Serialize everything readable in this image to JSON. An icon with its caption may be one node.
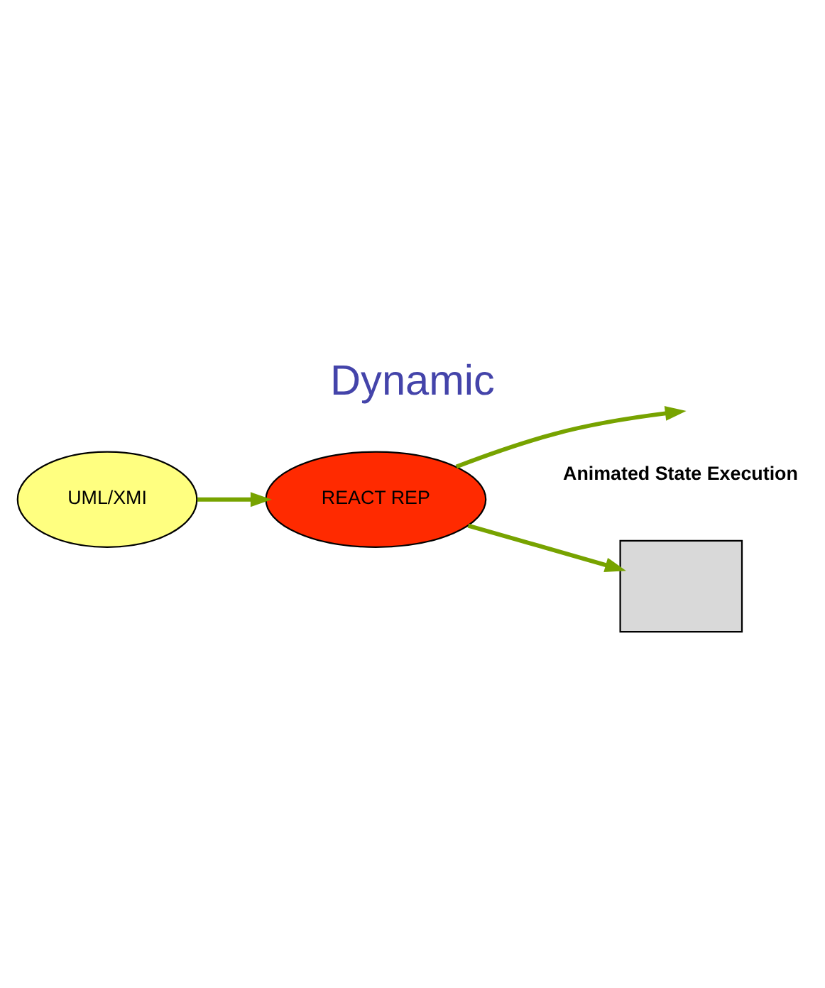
{
  "diagram": {
    "title": "Dynamic",
    "nodes": [
      {
        "text": [
          "UML/XMI"
        ]
      },
      {
        "text": [
          "REACT REP"
        ]
      },
      {
        "text": [],
        "shape": "box",
        "beside": [
          "Animated State Execution"
        ]
      }
    ],
    "edges": [
      {
        "from": 0,
        "to": 1,
        "arrow": "to"
      },
      {
        "from": 1,
        "to": null,
        "arrow": "to"
      },
      {
        "from": 1,
        "to": 2,
        "arrow": "to"
      }
    ]
  }
}
